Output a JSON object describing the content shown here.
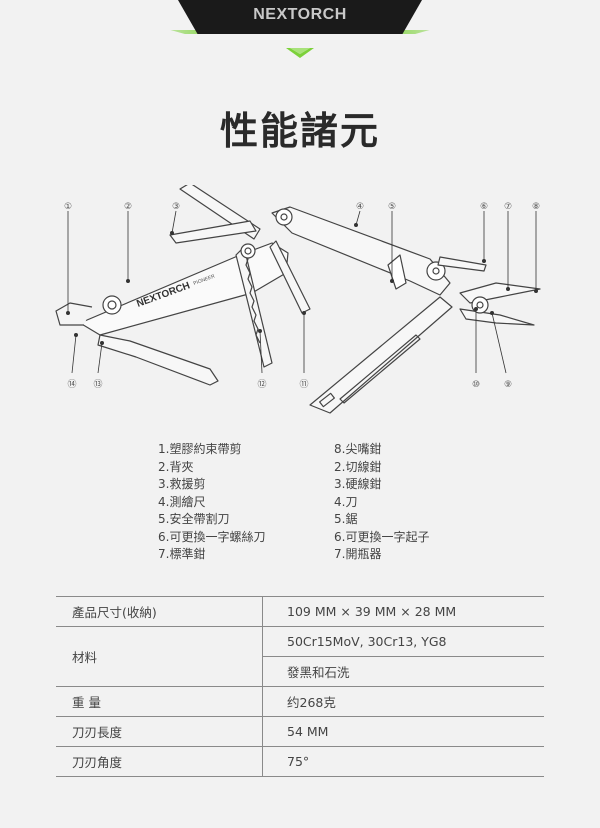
{
  "header": {
    "brand": "NEXTORCH"
  },
  "page_title": "性能諸元",
  "diagram": {
    "callouts": [
      "①",
      "②",
      "③",
      "④",
      "⑤",
      "⑥",
      "⑦",
      "⑧",
      "⑨",
      "⑩",
      "⑪",
      "⑫",
      "⑬",
      "⑭"
    ],
    "tool_logo": "NEXTORCH",
    "tool_model": "PIONEER"
  },
  "features_left": [
    "1.塑膠約束帶剪",
    "2.背夾",
    "3.救援剪",
    "4.測繪尺",
    "5.安全帶割刀",
    "6.可更換一字螺絲刀",
    "7.標準鉗"
  ],
  "features_right": [
    "8.尖嘴鉗",
    "2.切線鉗",
    "3.硬線鉗",
    "4.刀",
    "5.鋸",
    "6.可更換一字起子",
    "7.開瓶器"
  ],
  "specs": {
    "size_label": "產品尺寸(收納)",
    "size_value": "109 MM  × 39 MM  × 28 MM",
    "material_label": "材料",
    "material_value1": "50Cr15MoV, 30Cr13, YG8",
    "material_value2": "發黑和石洗",
    "weight_label": "重 量",
    "weight_value": "约268克",
    "blade_length_label": "刀刃長度",
    "blade_length_value": "54 MM",
    "blade_angle_label": "刀刃角度",
    "blade_angle_value": "75°"
  }
}
